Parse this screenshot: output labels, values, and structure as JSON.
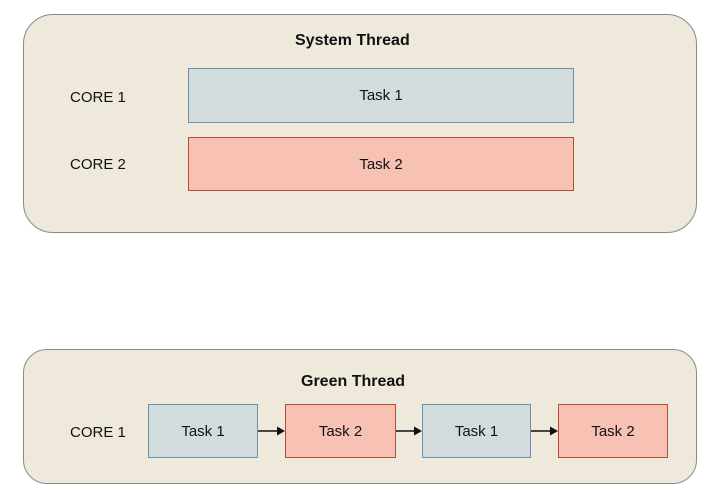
{
  "system_thread": {
    "title": "System Thread",
    "rows": [
      {
        "core": "CORE 1",
        "task": "Task 1"
      },
      {
        "core": "CORE 2",
        "task": "Task 2"
      }
    ]
  },
  "green_thread": {
    "title": "Green Thread",
    "core": "CORE 1",
    "tasks": [
      "Task 1",
      "Task 2",
      "Task 1",
      "Task 2"
    ]
  },
  "colors": {
    "panel_fill": "#efe9dc",
    "task1_fill": "#d3dcdc",
    "task1_border": "#6e8fb0",
    "task2_fill": "#f7c2b4",
    "task2_border": "#b34d3a"
  }
}
